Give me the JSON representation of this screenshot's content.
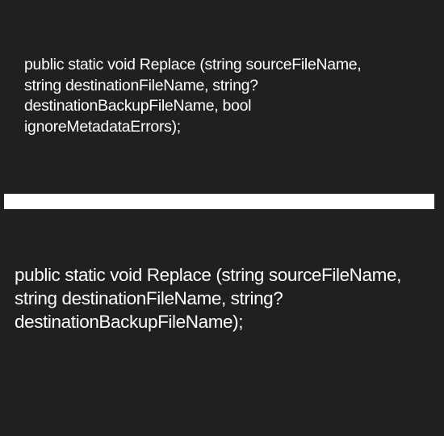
{
  "signature_block_1": {
    "lines": [
      "public static void Replace (string sourceFileName,",
      "string destinationFileName, string?",
      "destinationBackupFileName, bool",
      "ignoreMetadataErrors);"
    ]
  },
  "signature_block_2": {
    "lines": [
      "public static void Replace (string sourceFileName,",
      "string destinationFileName, string?",
      "destinationBackupFileName);"
    ]
  }
}
